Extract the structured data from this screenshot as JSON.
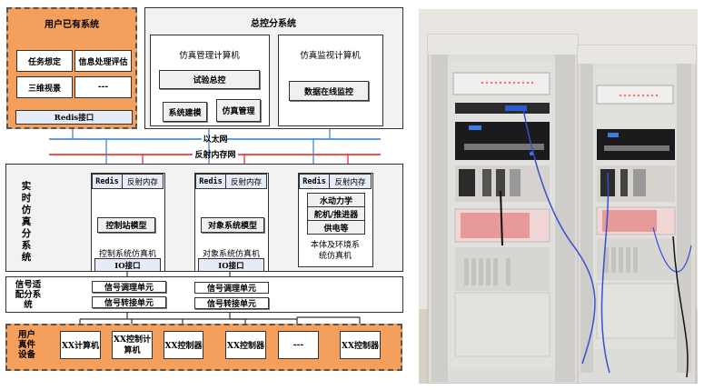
{
  "user_existing": {
    "title": "用户已有系统",
    "items": [
      "任务想定",
      "信息处理评估",
      "三维视景",
      "---"
    ],
    "interface": "Redis接口"
  },
  "master_control": {
    "title": "总控分系统",
    "sim_mgmt_pc": {
      "title": "仿真管理计算机",
      "top_button": "试验总控",
      "buttons": [
        "系统建模",
        "仿真管理"
      ]
    },
    "sim_monitor_pc": {
      "title": "仿真监视计算机",
      "button": "数据在线监控"
    }
  },
  "networks": {
    "ethernet": "以太网",
    "reflective_memory": "反射内存网"
  },
  "realtime": {
    "title": "实时仿真分系统",
    "nodes": [
      {
        "header": [
          "Redis",
          "反射内存"
        ],
        "model": "控制站模型",
        "caption": "控制系统仿真机",
        "io": "IO接口"
      },
      {
        "header": [
          "Redis",
          "反射内存"
        ],
        "model": "对象系统模型",
        "caption": "对象系统仿真机",
        "io": "IO接口"
      },
      {
        "header": [
          "Redis",
          "反射内存"
        ],
        "models": [
          "水动力学",
          "舵机/推进器",
          "供电等"
        ],
        "caption": "本体及环境系统仿真机"
      }
    ]
  },
  "signal": {
    "title": "信号适配分系统",
    "groups": [
      [
        "信号调理单元",
        "信号转接单元"
      ],
      [
        "信号调理单元",
        "信号转接单元"
      ]
    ]
  },
  "hardware": {
    "title": "用户真件设备",
    "devices": [
      "XX计算机",
      "XX控制计算机",
      "XX控制器",
      "XX控制器",
      "---",
      "XX控制器"
    ]
  },
  "colors": {
    "orange": "#f59f5c",
    "ethernet": "#2e7fd0",
    "reflective_memory": "#ee1c1c",
    "interface_fill": "#e6ecf7"
  },
  "photo": {
    "subject": "两台仿真机柜实物照片"
  }
}
